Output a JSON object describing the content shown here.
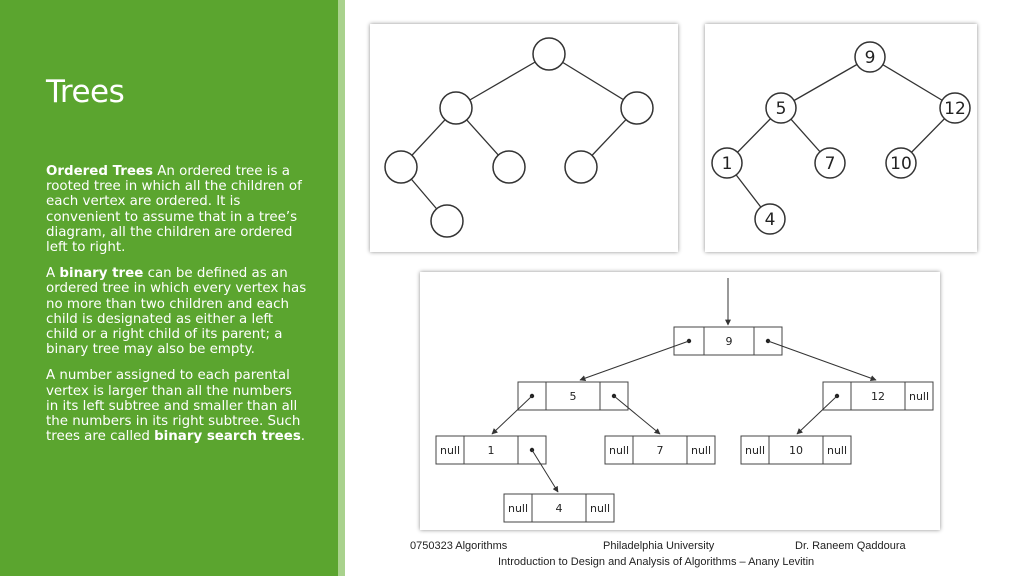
{
  "slide": {
    "title": "Trees",
    "paragraphs": {
      "p1": {
        "bold_lead": "Ordered Trees",
        "text": " An ordered tree is a rooted tree in which all the children of each vertex are ordered. It is convenient to assume that in a tree’s diagram, all the children are ordered left to right."
      },
      "p2": {
        "a": "A ",
        "bold": "binary tree",
        "b": " can be defined as an ordered tree in which every vertex has no more than two children and each child is designated as either a left child or a right child of its parent; a binary tree may also be empty."
      },
      "p3": {
        "a": "A number assigned to each parental vertex is larger than all the numbers in its left subtree and smaller than all the numbers in its right subtree. Such trees are called ",
        "bold": "binary search trees",
        "b": "."
      }
    }
  },
  "figures": {
    "labeled_tree": {
      "n9": "9",
      "n5": "5",
      "n12": "12",
      "n1": "1",
      "n7": "7",
      "n10": "10",
      "n4": "4"
    },
    "linked_tree": {
      "null_label": "null",
      "k9": "9",
      "k5": "5",
      "k12": "12",
      "k1": "1",
      "k7": "7",
      "k10": "10",
      "k4": "4"
    }
  },
  "footer": {
    "course": "0750323 Algorithms",
    "university": "Philadelphia University",
    "author": "Dr. Raneem Qaddoura",
    "book": "Introduction to Design and Analysis of Algorithms – Anany Levitin"
  },
  "colors": {
    "sidebar": "#5ba52f",
    "sidebar_edge": "#a9d28d",
    "text_on_sidebar": "#ffffff"
  }
}
